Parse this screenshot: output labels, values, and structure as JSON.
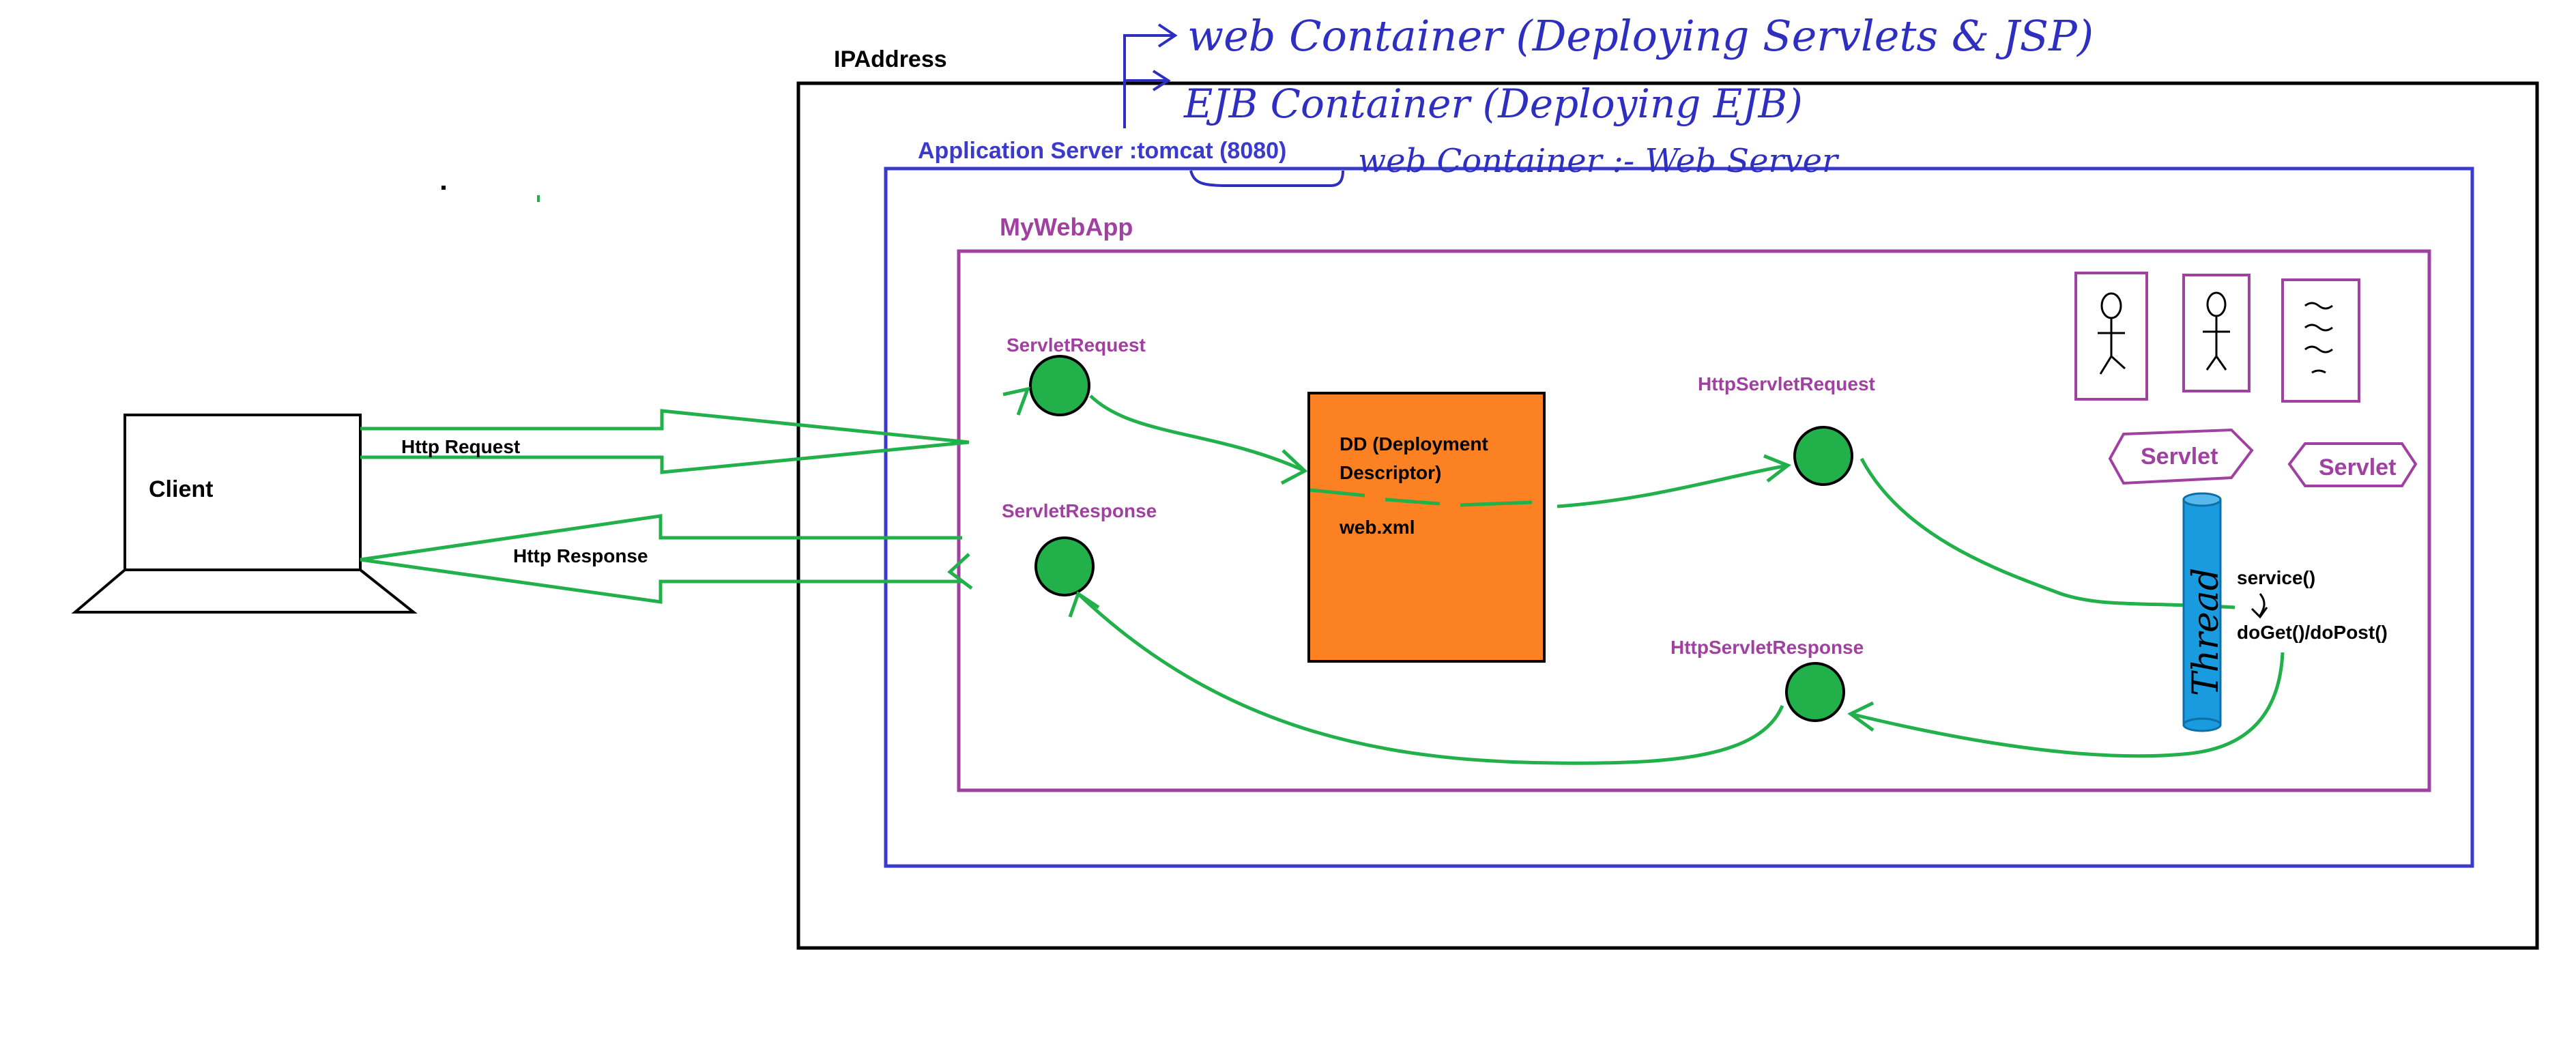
{
  "colors": {
    "background": "#ffffff",
    "ip_box": "#000000",
    "app_server": "#3a3acc",
    "webapp": "#a040a0",
    "purple_label": "#a040a0",
    "green": "#22b04a",
    "node_fill": "#22b04a",
    "dd_fill": "#fb8122",
    "thread_fill": "#1a9be0",
    "handwriting": "#2e2ec0"
  },
  "ip_box": {
    "label": "IPAddress"
  },
  "app_server": {
    "label": "Application Server :tomcat (8080)"
  },
  "webapp": {
    "label": "MyWebApp"
  },
  "client": {
    "label": "Client"
  },
  "http_request": {
    "label": "Http Request"
  },
  "http_response": {
    "label": "Http Response"
  },
  "nodes": {
    "servlet_request": "ServletRequest",
    "servlet_response": "ServletResponse",
    "http_servlet_request": "HttpServletRequest",
    "http_servlet_response": "HttpServletResponse"
  },
  "deployment_descriptor": {
    "title_line1": "DD (Deployment",
    "title_line2": "Descriptor)",
    "file": "web.xml"
  },
  "servlet_badges": [
    "Servlet",
    "Servlet"
  ],
  "thread": {
    "label": "Thread",
    "service": "service()",
    "methods": "doGet()/doPost()"
  },
  "handwritten_notes": [
    "web Container (Deploying Servlets & JSP)",
    "EJB Container (Deploying EJB)",
    "web Container :- Web Server"
  ],
  "icons": {
    "person_1": "stick-figure-icon",
    "person_2": "stick-figure-icon",
    "document": "document-icon"
  }
}
